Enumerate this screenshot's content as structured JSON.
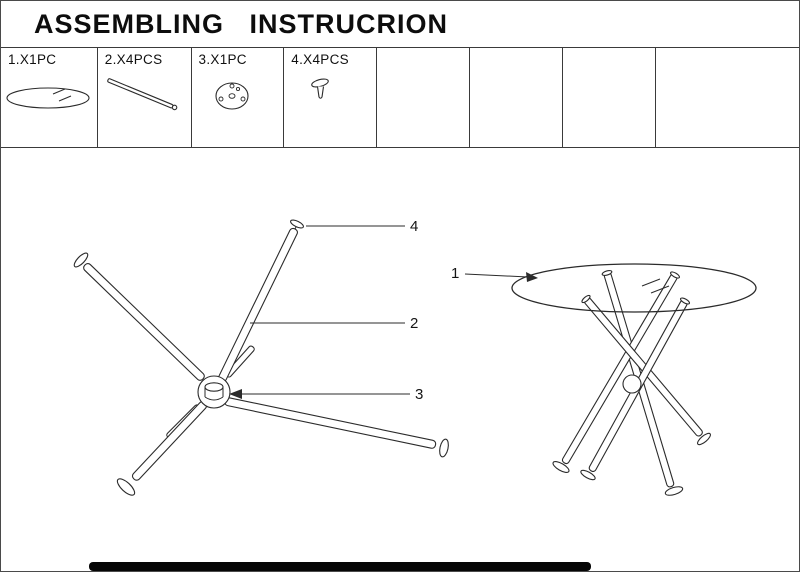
{
  "title": "ASSEMBLING   INSTRUCRION",
  "parts_row": {
    "cells": [
      {
        "label": "1.X1PC",
        "icon": "glass-top"
      },
      {
        "label": "2.X4PCS",
        "icon": "leg-tube"
      },
      {
        "label": "3.X1PC",
        "icon": "hub-disc"
      },
      {
        "label": "4.X4PCS",
        "icon": "screw-cap"
      },
      {
        "label": ""
      },
      {
        "label": ""
      },
      {
        "label": ""
      },
      {
        "label": ""
      }
    ]
  },
  "diagram": {
    "callouts": [
      {
        "num": "1",
        "part": "glass-top"
      },
      {
        "num": "2",
        "part": "leg-tube"
      },
      {
        "num": "3",
        "part": "hub-disc"
      },
      {
        "num": "4",
        "part": "screw-cap"
      }
    ]
  },
  "colors": {
    "line": "#2b2b2b",
    "text": "#111111"
  }
}
